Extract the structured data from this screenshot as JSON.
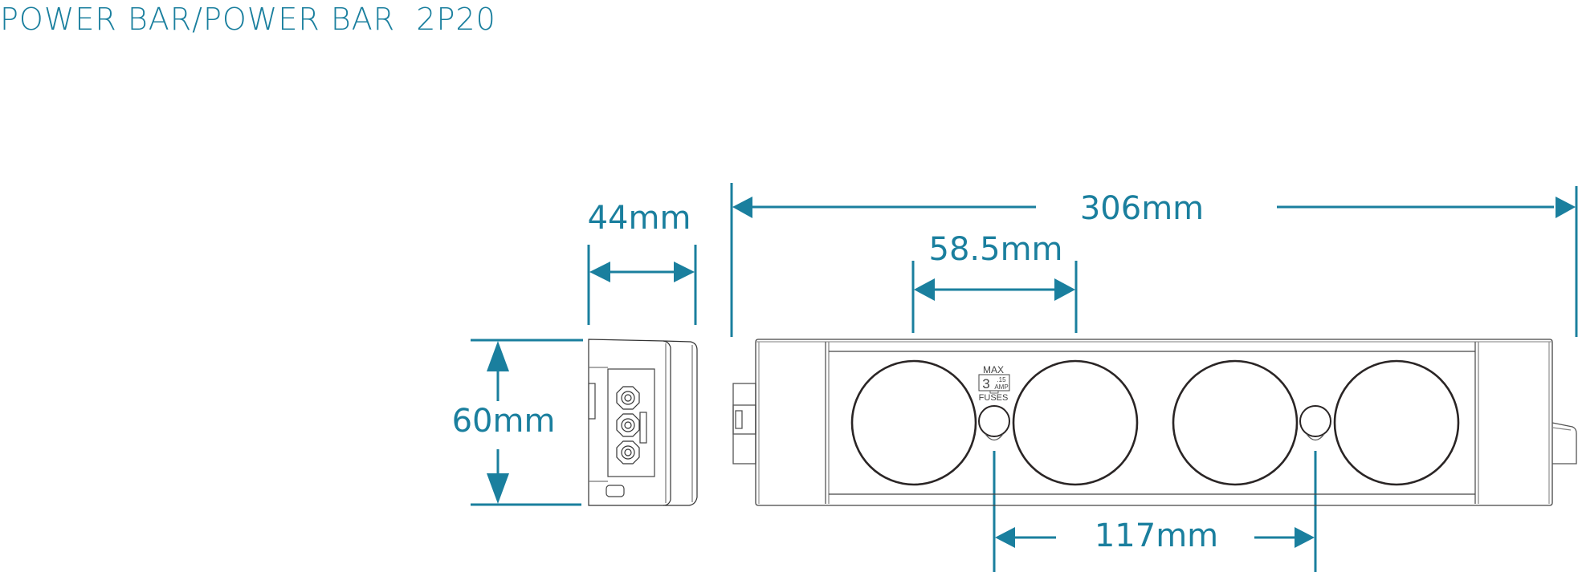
{
  "title": "POWER BAR/POWER BAR  2P20",
  "colors": {
    "accent": "#1a7f9e",
    "line": "#333333",
    "line_light": "#888888",
    "background": "#ffffff"
  },
  "dimensions": {
    "width_side": "44mm",
    "height_side": "60mm",
    "total_length": "306mm",
    "socket_pitch": "58.5mm",
    "fuse_spacing": "117mm"
  },
  "fuse_label": {
    "top": "MAX",
    "value": "3",
    "decimal": ".15",
    "unit": "AMP",
    "bottom": "FUSES"
  },
  "views": {
    "side_view": "end view",
    "front_view": "top view",
    "socket_count": 4,
    "fuse_count": 2
  }
}
